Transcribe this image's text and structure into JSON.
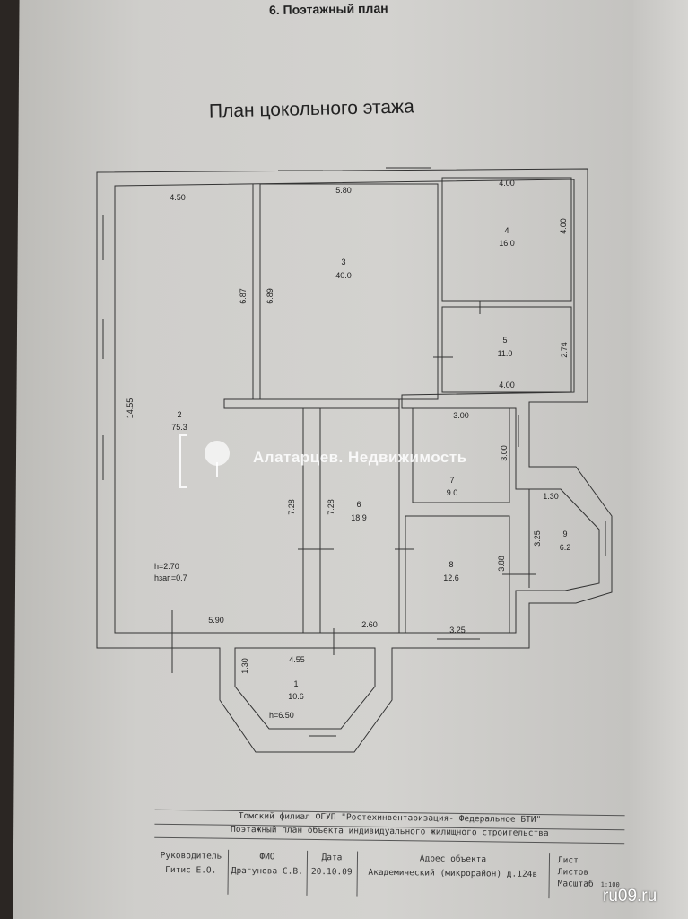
{
  "header": {
    "section": "6. Поэтажный план",
    "title": "План цокольного этажа"
  },
  "rooms": [
    {
      "num": "1",
      "area": "10.6"
    },
    {
      "num": "2",
      "area": "75.3"
    },
    {
      "num": "3",
      "area": "40.0"
    },
    {
      "num": "4",
      "area": "16.0"
    },
    {
      "num": "5",
      "area": "11.0"
    },
    {
      "num": "6",
      "area": "18.9"
    },
    {
      "num": "7",
      "area": "9.0"
    },
    {
      "num": "8",
      "area": "12.6"
    },
    {
      "num": "9",
      "area": "6.2"
    }
  ],
  "dims": {
    "d450": "4.50",
    "d580": "5.80",
    "d400a": "4.00",
    "d400b": "4.00",
    "d400c": "4.00",
    "d687": "6.87",
    "d689": "6.89",
    "d274": "2.74",
    "d1455": "14.55",
    "d300a": "3.00",
    "d300b": "3.00",
    "d728a": "7.28",
    "d728b": "7.28",
    "d130a": "1.30",
    "d325a": "3.25",
    "d388": "3.88",
    "d590": "5.90",
    "d260": "2.60",
    "d325b": "3.25",
    "d455": "4.55",
    "d130b": "1.30"
  },
  "notes": {
    "h": "h=2.70",
    "hzag": "hзаг.=0.7",
    "h1": "h=6.50"
  },
  "watermark": {
    "text": "Алатарцев. Недвижимость",
    "site": "ru09.ru"
  },
  "title_block": {
    "org": "Томский филиал ФГУП \"Ростехинвентаризация- Федеральное БТИ\"",
    "doc": "Поэтажный план объекта индивидуального жилищного строительства",
    "head_label": "Руководитель",
    "head_name": "Гитис Е.О.",
    "fio_label": "ФИО",
    "fio": "Драгунова С.В.",
    "date_label": "Дата",
    "date": "20.10.09",
    "addr_label": "Адрес объекта",
    "addr": "Академический (микрорайон) д.124в",
    "sheet": "Лист",
    "sheets": "Листов",
    "scale_label": "Масштаб",
    "scale": "1:100"
  }
}
